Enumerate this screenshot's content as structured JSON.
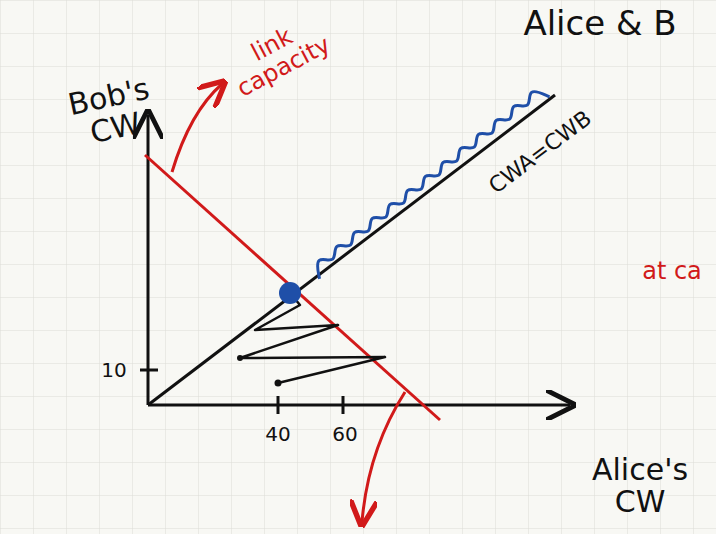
{
  "diagram": {
    "title": "Alice & B",
    "labels": [
      "Bob's CW",
      "link capacity",
      "CWA=CWB",
      "10",
      "40",
      "60",
      "Alice's CW",
      "at ca"
    ]
  }
}
